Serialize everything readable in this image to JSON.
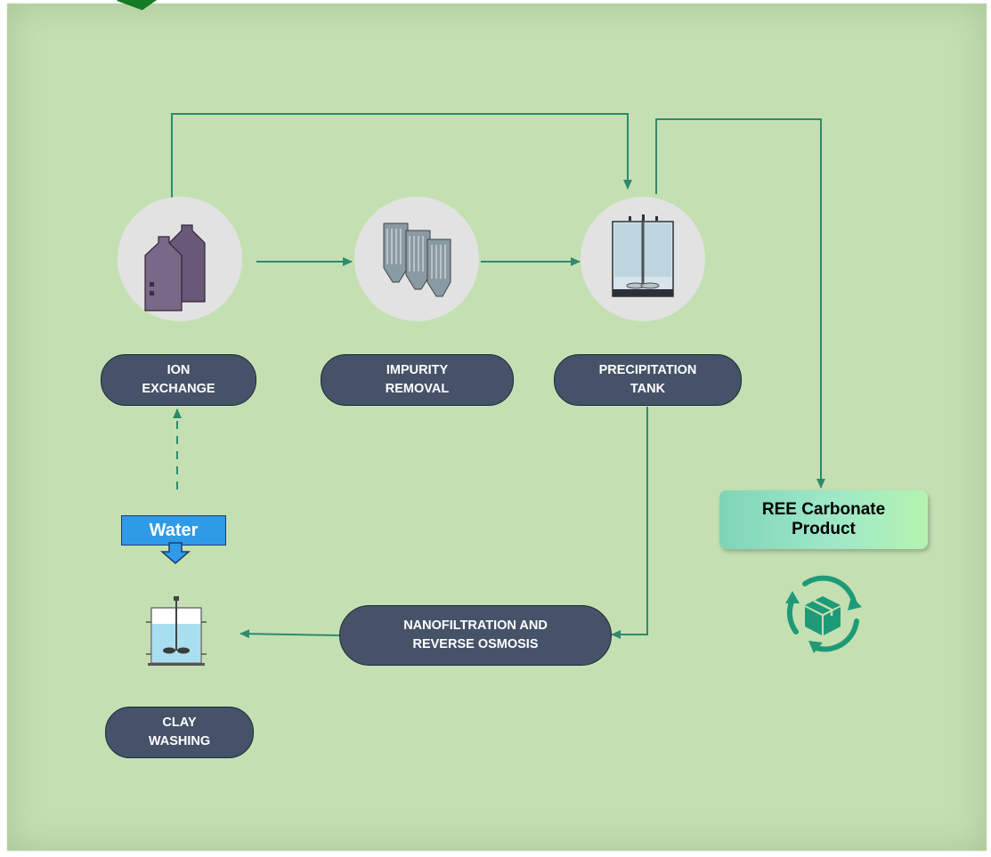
{
  "nodes": {
    "ion_exchange": [
      "ION",
      "EXCHANGE"
    ],
    "impurity_removal": [
      "IMPURITY",
      "REMOVAL"
    ],
    "precipitation_tank": [
      "PRECIPITATION",
      "TANK"
    ],
    "nanofiltration": [
      "NANOFILTRATION AND",
      "REVERSE OSMOSIS"
    ],
    "clay_washing": [
      "CLAY",
      "WASHING"
    ]
  },
  "water_label": "Water",
  "product_label": [
    "REE Carbonate",
    "Product"
  ],
  "icons": {
    "ion_exchange": "ion-exchange-tanks-icon",
    "impurity_removal": "filter-silos-icon",
    "precipitation_tank": "mixing-tank-icon",
    "clay_washing": "washing-tank-icon",
    "product": "recycle-box-icon"
  },
  "colors": {
    "background": "#c4e0b2",
    "flow_line": "#2e8a6e",
    "pill": "#465268",
    "water": "#2f9be8",
    "product_gradient_start": "#7fd4b8",
    "product_gradient_end": "#b4f3b0",
    "recycle_icon": "#1f9a78"
  }
}
